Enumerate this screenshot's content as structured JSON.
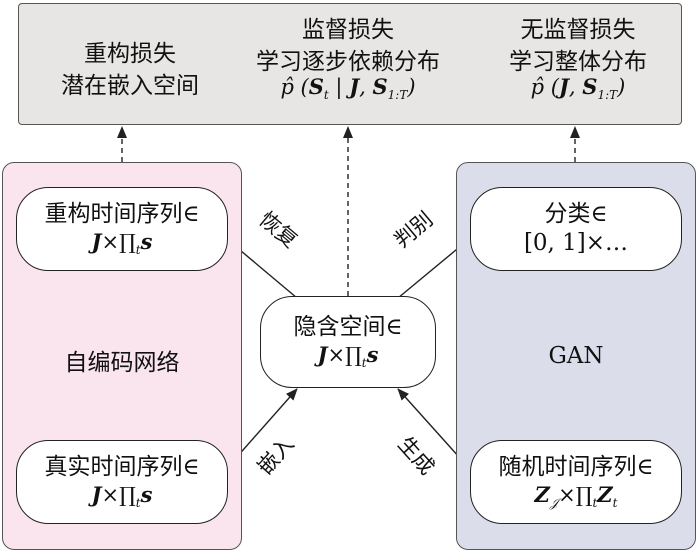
{
  "losses": [
    {
      "title": "重构损失",
      "subtitle": "潜在嵌入空间"
    },
    {
      "title": "监督损失",
      "subtitle": "学习逐步依赖分布",
      "formula": "p̂ (S_t | J, S_1:T)"
    },
    {
      "title": "无监督损失",
      "subtitle": "学习整体分布",
      "formula": "p̂ (J, S_1:T)"
    }
  ],
  "autoencoder": {
    "label": "自编码网络",
    "reconstruct": {
      "title": "重构时间序列∈",
      "formula": "J×∏_t s"
    },
    "real": {
      "title": "真实时间序列∈",
      "formula": "J×∏_t s"
    }
  },
  "latent": {
    "title": "隐含空间∈",
    "formula": "J×∏_t s"
  },
  "gan": {
    "label": "GAN",
    "classify": {
      "title": "分类∈",
      "formula": "[0, 1]×…"
    },
    "random": {
      "title": "随机时间序列∈",
      "formula": "Z_𝒥×∏_t Z_t"
    }
  },
  "edges": {
    "recover": "恢复",
    "discriminate": "判别",
    "embed": "嵌入",
    "generate": "生成"
  }
}
